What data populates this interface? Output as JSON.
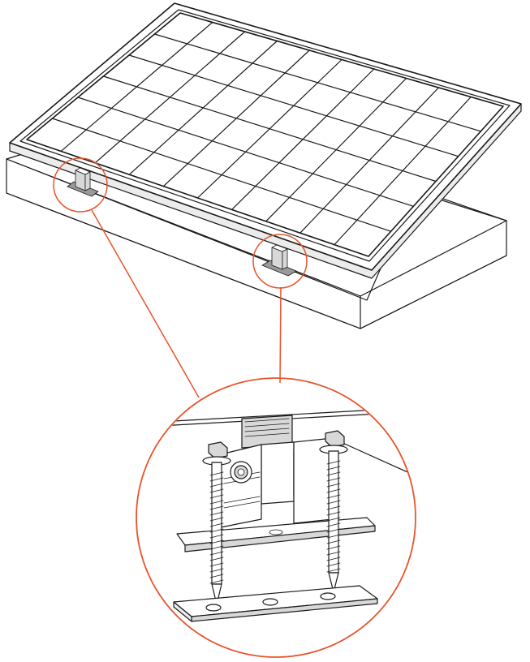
{
  "diagram": {
    "subject": "solar-panel-roof-mount",
    "accent_color": "#e8532a",
    "line_color": "#1a1a1a",
    "background_color": "#ffffff",
    "panel_grid": {
      "rows": 6,
      "cols": 10
    },
    "callouts": [
      {
        "name": "left-bracket-callout"
      },
      {
        "name": "right-bracket-callout"
      }
    ],
    "detail": {
      "screw_count": 2,
      "base_plate_holes": 3
    }
  }
}
